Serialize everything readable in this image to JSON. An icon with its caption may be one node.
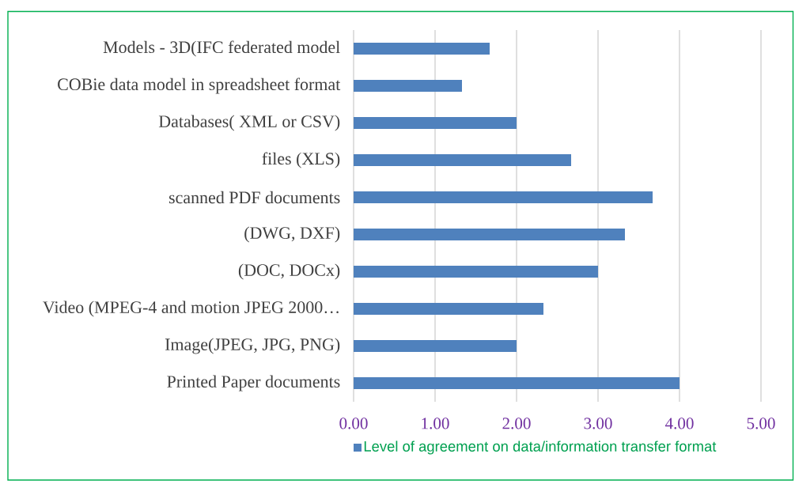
{
  "diagram": {
    "chart_data": {
      "type": "bar",
      "orientation": "horizontal",
      "grid": true,
      "categories": [
        "Models - 3D(IFC federated model",
        "COBie data model in spreadsheet format",
        "Databases( XML or CSV)",
        "files (XLS)",
        "scanned PDF documents",
        "(DWG, DXF)",
        "(DOC, DOCx)",
        "Video (MPEG-4 and motion JPEG 2000…",
        "Image(JPEG, JPG, PNG)",
        "Printed Paper documents"
      ],
      "series": [
        {
          "name": "Level of agreement on data/information transfer format",
          "color": "#4f81bd",
          "values": [
            1.67,
            1.33,
            2.0,
            2.67,
            3.67,
            3.33,
            3.0,
            2.33,
            2.0,
            4.0
          ]
        }
      ],
      "xlim": [
        0,
        5
      ],
      "xticks": [
        {
          "value": 0,
          "label": "0.00"
        },
        {
          "value": 1,
          "label": "1.00"
        },
        {
          "value": 2,
          "label": "2.00"
        },
        {
          "value": 3,
          "label": "3.00"
        },
        {
          "value": 4,
          "label": "4.00"
        },
        {
          "value": 5,
          "label": "5.00"
        }
      ]
    }
  }
}
